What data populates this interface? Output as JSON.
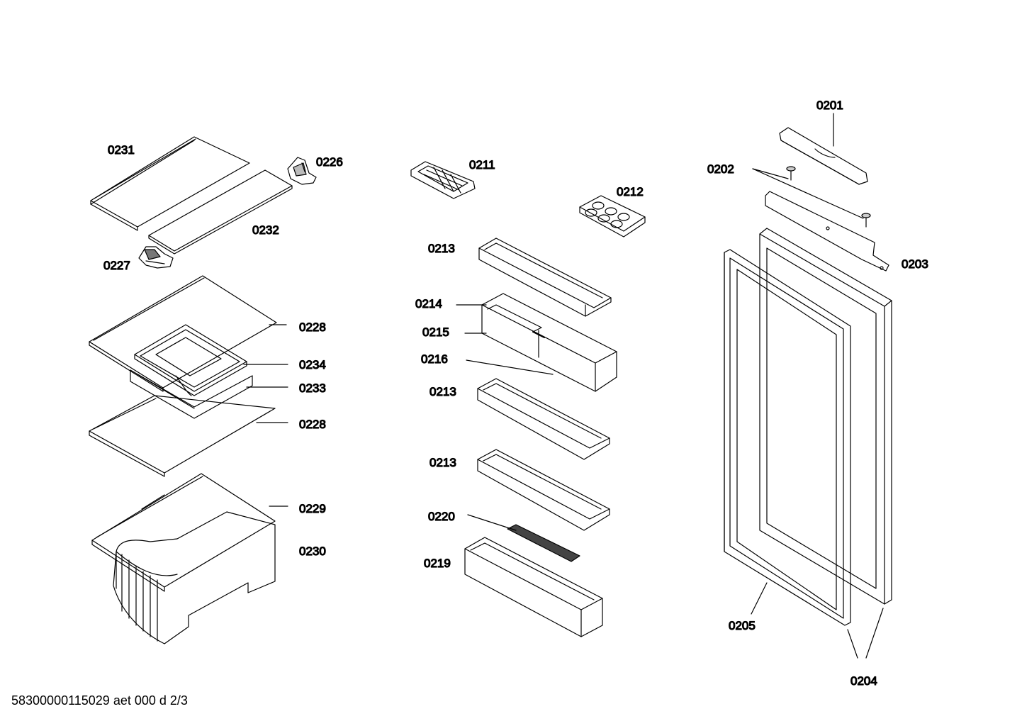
{
  "labels": {
    "p0201": "0201",
    "p0202": "0202",
    "p0203": "0203",
    "p0204": "0204",
    "p0205": "0205",
    "p0211": "0211",
    "p0212": "0212",
    "p0213a": "0213",
    "p0213b": "0213",
    "p0213c": "0213",
    "p0214": "0214",
    "p0215": "0215",
    "p0216": "0216",
    "p0219": "0219",
    "p0220": "0220",
    "p0226": "0226",
    "p0227": "0227",
    "p0228a": "0228",
    "p0228b": "0228",
    "p0229": "0229",
    "p0230": "0230",
    "p0231": "0231",
    "p0232": "0232",
    "p0233": "0233",
    "p0234": "0234"
  },
  "footer": {
    "code": "58300000115029 aet 000 d 2/3"
  }
}
